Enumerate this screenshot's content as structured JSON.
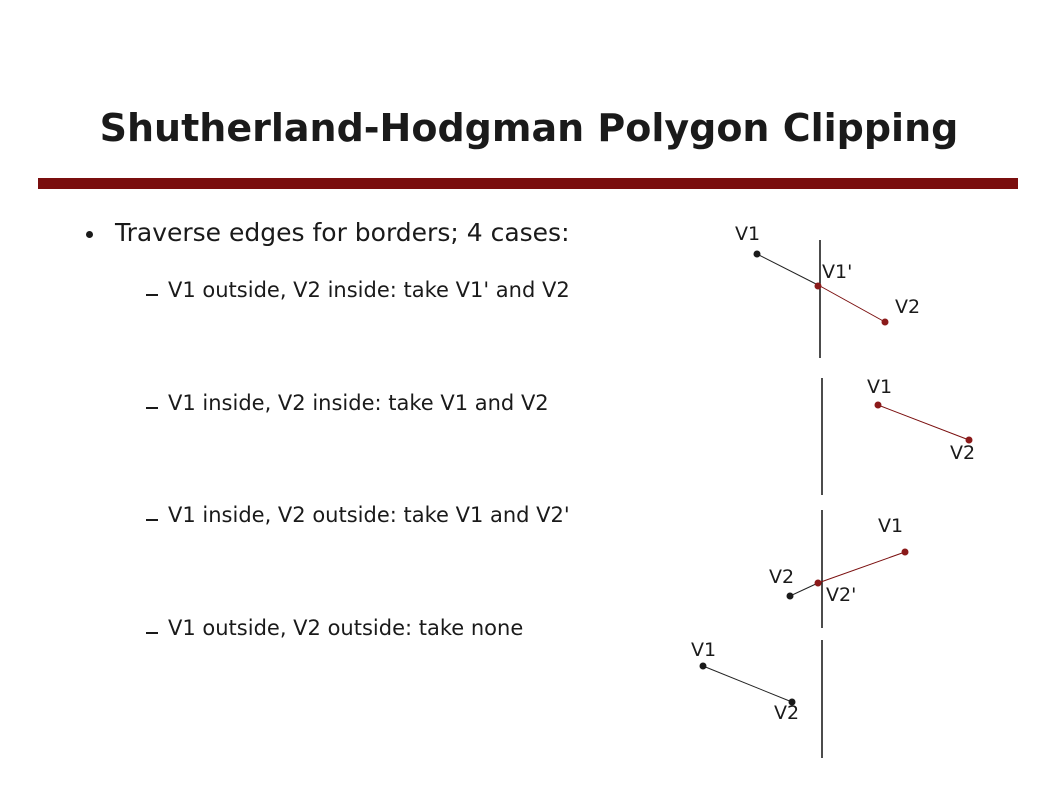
{
  "slide": {
    "title": "Shutherland-Hodgman Polygon Clipping",
    "bullet": "Traverse edges for borders; 4 cases:",
    "cases": [
      "V1 outside, V2 inside: take V1' and V2",
      "V1 inside, V2 inside: take V1 and V2",
      "V1 inside, V2 outside: take V1 and V2'",
      "V1 outside, V2 outside: take none"
    ]
  },
  "diagram": {
    "labels": {
      "v1": "V1",
      "v2": "V2",
      "v1_prime": "V1'",
      "v2_prime": "V2'"
    }
  },
  "colors": {
    "accent": "#7a0e0e",
    "text": "#1a1a1a",
    "clipped_point": "#8b1a1a"
  }
}
